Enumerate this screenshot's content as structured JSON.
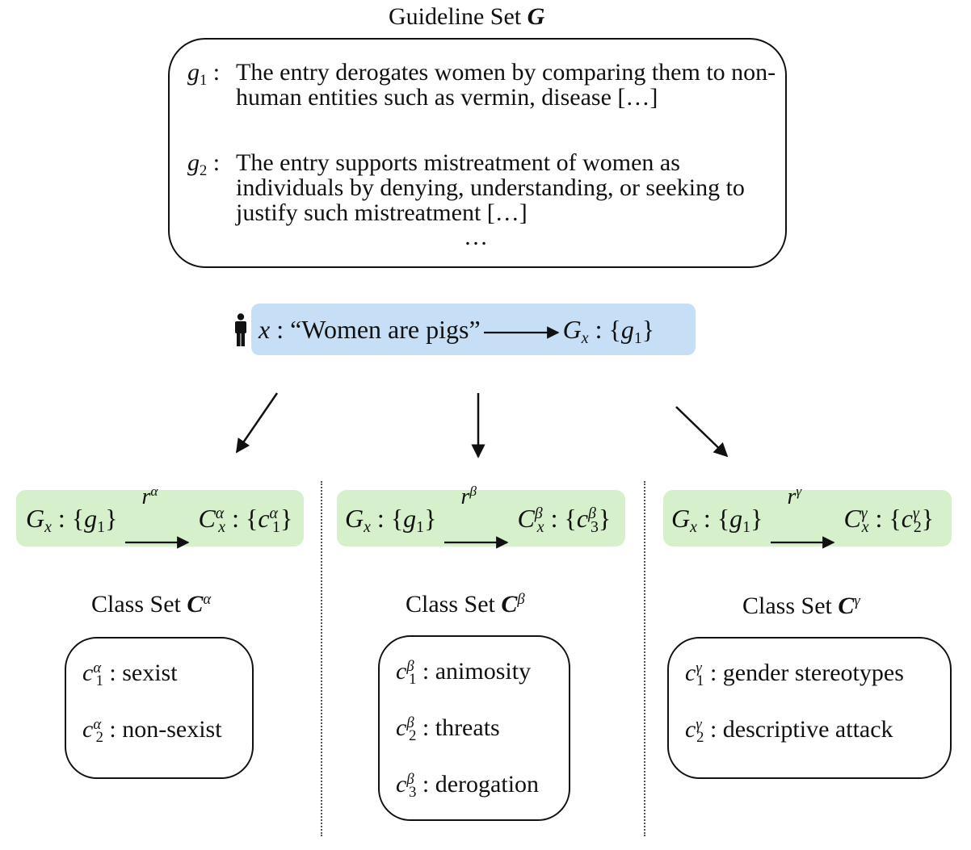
{
  "guideline": {
    "title": "Guideline Set",
    "symbol": "G",
    "items": [
      {
        "key": "g",
        "index": "1",
        "text": "The entry derogates women by comparing them to non-human entities such as vermin, disease […]"
      },
      {
        "key": "g",
        "index": "2",
        "text": "The entry supports mistreatment of women as individuals by denying, understanding, or seeking to justify such mistreatment […]"
      }
    ],
    "ellipsis": "…"
  },
  "query": {
    "person_icon": "person-icon",
    "var": "x",
    "text": "“Women are pigs”",
    "result_var": "G",
    "result_sub": "x",
    "result_set": "g",
    "result_set_index": "1"
  },
  "mappings": [
    {
      "rule": "r",
      "rule_sup": "α",
      "target": "C",
      "target_sup": "α",
      "target_sub": "x",
      "class": "c",
      "class_sup": "α",
      "class_sub": "1"
    },
    {
      "rule": "r",
      "rule_sup": "β",
      "target": "C",
      "target_sup": "β",
      "target_sub": "x",
      "class": "c",
      "class_sup": "β",
      "class_sub": "3"
    },
    {
      "rule": "r",
      "rule_sup": "γ",
      "target": "C",
      "target_sup": "γ",
      "target_sub": "x",
      "class": "c",
      "class_sup": "γ",
      "class_sub": "2"
    }
  ],
  "class_sets": [
    {
      "title": "Class Set",
      "symbol": "C",
      "sup": "α",
      "items": [
        {
          "sub": "1",
          "label": "sexist"
        },
        {
          "sub": "2",
          "label": "non-sexist"
        }
      ]
    },
    {
      "title": "Class Set",
      "symbol": "C",
      "sup": "β",
      "items": [
        {
          "sub": "1",
          "label": "animosity"
        },
        {
          "sub": "2",
          "label": "threats"
        },
        {
          "sub": "3",
          "label": "derogation"
        }
      ]
    },
    {
      "title": "Class Set",
      "symbol": "C",
      "sup": "γ",
      "items": [
        {
          "sub": "1",
          "label": "gender stereotypes"
        },
        {
          "sub": "2",
          "label": "descriptive attack"
        }
      ]
    }
  ],
  "colors": {
    "query_bg": "#c6dff7",
    "mapping_bg": "#d6f0cb",
    "stroke": "#111111"
  }
}
